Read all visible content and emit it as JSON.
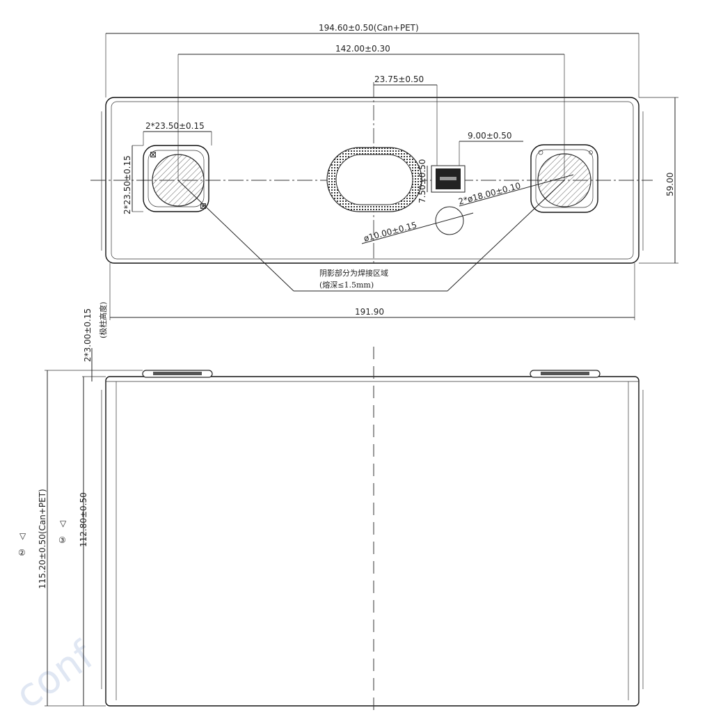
{
  "dims": {
    "overall_width": "194.60±0.50(Can+PET)",
    "terminal_pitch": "142.00±0.30",
    "vent_offset": "23.75±0.50",
    "code_width": "9.00±0.50",
    "code_height": "7.50±0.50",
    "terminal_square_w": "2*23.50±0.15",
    "terminal_square_h": "2*23.50±0.15",
    "terminal_dia": "2*ø18.00±0.10",
    "hole_dia": "ø10.00±0.15",
    "height_top": "59.00",
    "body_width": "191.90",
    "terminal_height": "2*3.00±0.15",
    "terminal_height_note": "(极柱高度)",
    "total_height": "115.20±0.50(Can+PET)",
    "can_height": "112.80±0.50"
  },
  "notes": {
    "weld_area": "阴影部分为焊接区域",
    "weld_depth": "(熔深≤1.5mm)"
  },
  "markers": {
    "m2": "②",
    "m3": "③",
    "tri": "▽"
  }
}
